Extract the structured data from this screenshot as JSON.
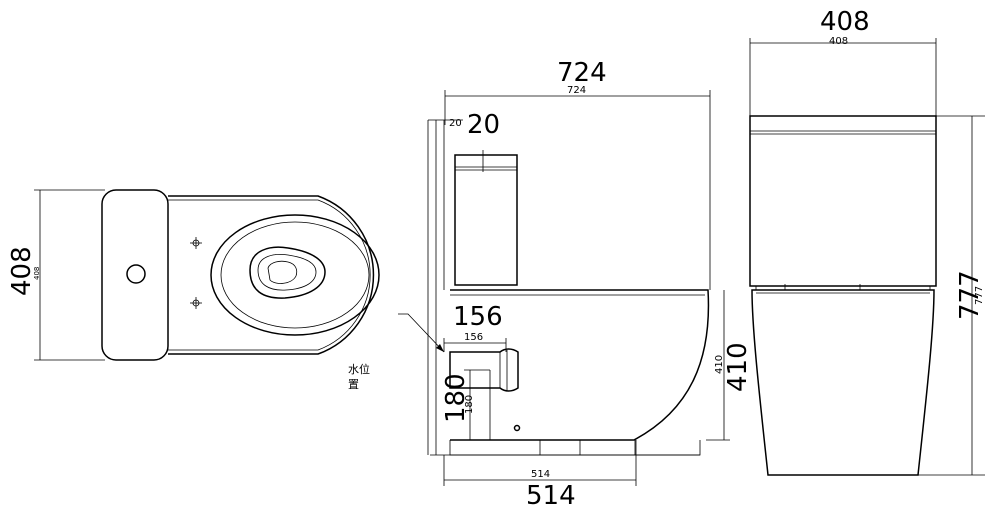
{
  "top_view": {
    "width_big": "408",
    "width_small": "408"
  },
  "side_view": {
    "length_big": "724",
    "length_small": "724",
    "gap_big": "20",
    "gap_small": "20",
    "outlet_big": "156",
    "outlet_small": "156",
    "outlet_height_big": "410",
    "outlet_height_small": "410",
    "outlet_center_big": "180",
    "outlet_center_small": "180",
    "base_big": "514",
    "base_small": "514",
    "water_level_line1": "水位",
    "water_level_line2": "置"
  },
  "front_view": {
    "width_big": "408",
    "width_small": "408",
    "height_big": "777",
    "height_small": "777"
  }
}
